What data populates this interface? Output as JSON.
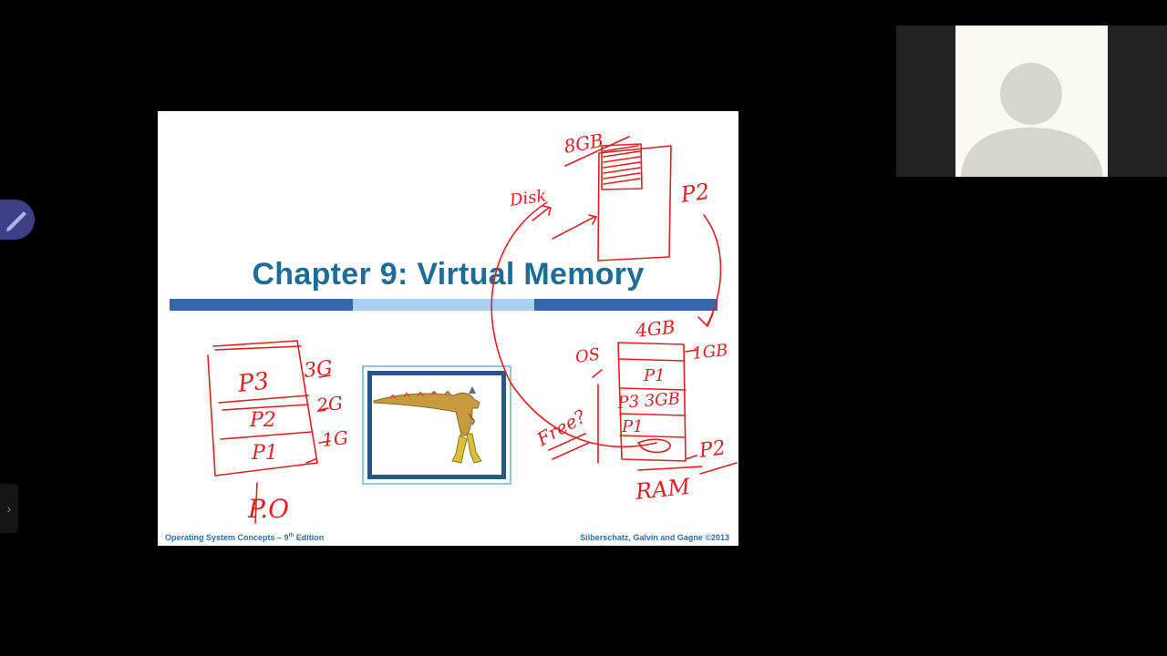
{
  "slide": {
    "title": "Chapter 9:  Virtual Memory",
    "footer_left": "Operating System Concepts – 9",
    "footer_left_sup": "th",
    "footer_left_tail": " Edition",
    "footer_right": "Silberschatz, Galvin and Gagne ©2013",
    "image_icon": "dinosaur-illustration",
    "colors": {
      "title": "#1c6c97",
      "bar_dark": "#3465a4",
      "bar_light": "#a9cff0",
      "frame": "#26558f"
    }
  },
  "annotations": {
    "ink_color": "#e02020",
    "labels": [
      "8GB",
      "Disk",
      "P2",
      "4GB",
      "OS",
      "1GB",
      "P1",
      "P3 3GB",
      "P1",
      "P2",
      "Free?",
      "RAM",
      "P3",
      "P2",
      "P1",
      "3G",
      "2G",
      "1G",
      "P.O"
    ]
  },
  "participant": {
    "avatar_icon": "user-silhouette-icon",
    "background": "#fbfaf2"
  },
  "controls": {
    "pen_icon": "pen-icon",
    "toggle_icon": "chevron-right-icon",
    "toggle_glyph": "›"
  }
}
